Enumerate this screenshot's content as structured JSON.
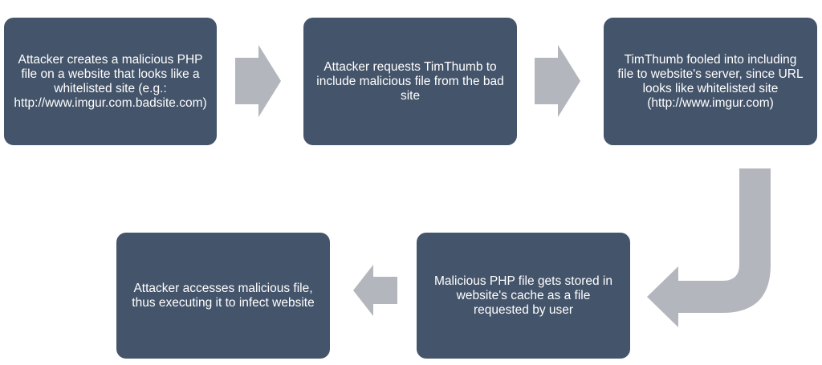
{
  "colors": {
    "box": "#44546a",
    "arrow": "#b3b6bd",
    "text": "#ffffff"
  },
  "steps": [
    {
      "text": "Attacker creates a malicious PHP file on a website that looks like a whitelisted site (e.g.: http://www.imgur.com.badsite.com)"
    },
    {
      "text": "Attacker requests TimThumb to include malicious file from the bad site"
    },
    {
      "text": "TimThumb fooled into including file to website's server, since URL looks like whitelisted site (http://www.imgur.com)"
    },
    {
      "text": "Malicious PHP file gets stored in website's cache as a file requested by user"
    },
    {
      "text": "Attacker accesses malicious file, thus executing it to infect website"
    }
  ]
}
